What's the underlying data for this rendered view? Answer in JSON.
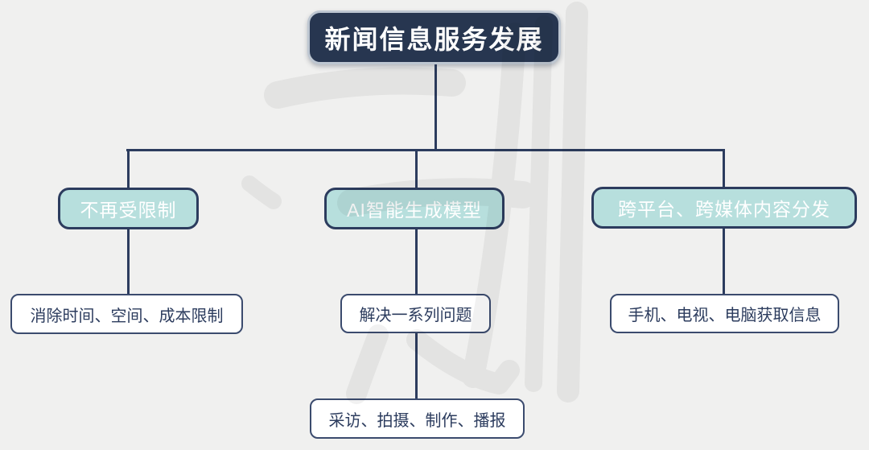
{
  "diagram": {
    "root": {
      "label": "新闻信息服务发展"
    },
    "branches": [
      {
        "header": {
          "label": "不再受限制"
        },
        "children": [
          {
            "label": "消除时间、空间、成本限制"
          }
        ]
      },
      {
        "header": {
          "label": "AI智能生成模型"
        },
        "children": [
          {
            "label": "解决一系列问题"
          },
          {
            "label": "采访、拍摄、制作、播报"
          }
        ]
      },
      {
        "header": {
          "label": "跨平台、跨媒体内容分发"
        },
        "children": [
          {
            "label": "手机、电视、电脑获取信息"
          }
        ]
      }
    ]
  },
  "colors": {
    "background": "#f0f0ef",
    "root_fill": "#273650",
    "root_outline": "#bdc6d1",
    "root_text": "#ffffff",
    "branch_fill": "#b7dfdd",
    "branch_border": "#2c3c5e",
    "branch_text": "#ffffff",
    "leaf_fill": "#ffffff",
    "leaf_border": "#3b4b6e",
    "leaf_text": "#2c3c5e",
    "connector": "#2c3c5e",
    "watermark_gray": "#e4e4e3"
  }
}
